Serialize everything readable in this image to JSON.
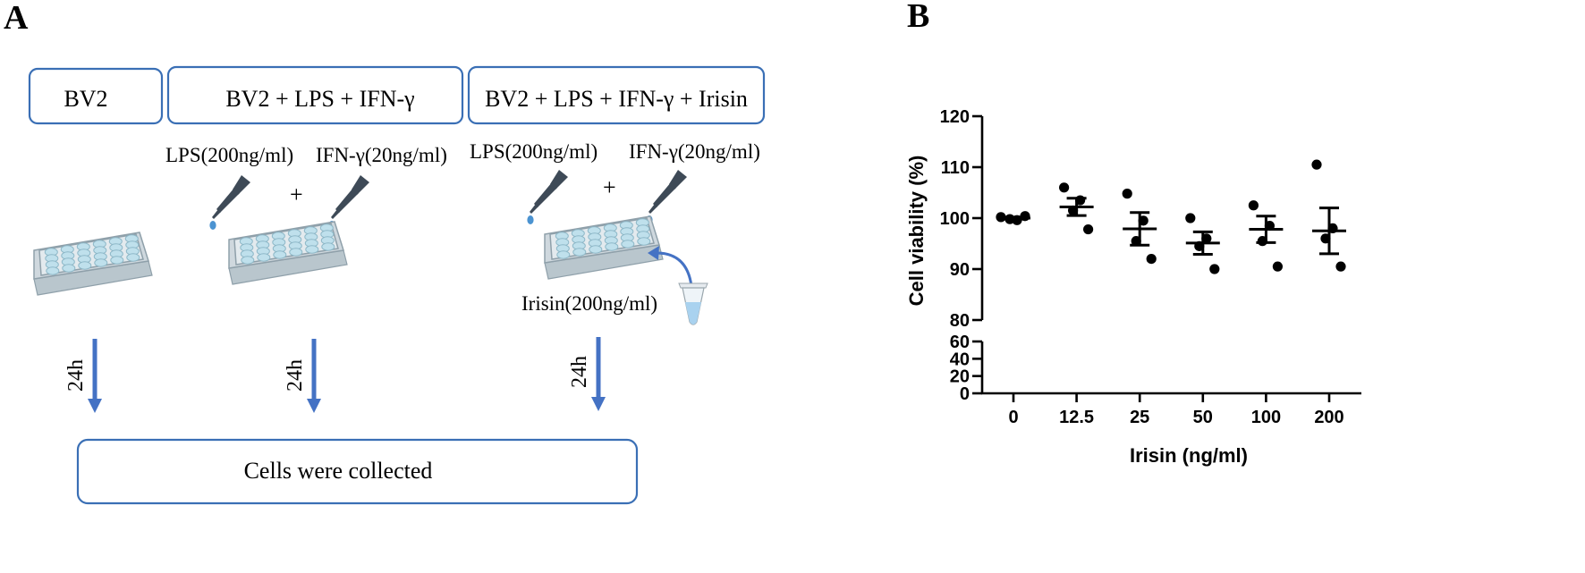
{
  "panel_a": {
    "label": "A",
    "boxes": {
      "control": "BV2",
      "lps_ifn": "BV2 + LPS + IFN-γ",
      "lps_ifn_irisin": "BV2 + LPS + IFN-γ + Irisin",
      "collected": "Cells were collected"
    },
    "reagents": {
      "lps": "LPS(200ng/ml)",
      "ifn": "IFN-γ(20ng/ml)",
      "plus": "+",
      "irisin": "Irisin(200ng/ml)"
    },
    "time_label": "24h",
    "colors": {
      "box_border": "#3a6fb5",
      "arrow": "#4472c4"
    },
    "icons": [
      "well-plate-icon",
      "dropper-icon",
      "tube-icon",
      "curved-arrow-icon"
    ]
  },
  "panel_b": {
    "label": "B",
    "chart_data": {
      "type": "scatter",
      "xlabel": "Irisin (ng/ml)",
      "ylabel": "Cell viability (%)",
      "categories": [
        "0",
        "12.5",
        "25",
        "50",
        "100",
        "200"
      ],
      "y_ticks_upper": [
        80,
        90,
        100,
        110,
        120
      ],
      "y_ticks_lower": [
        0,
        20,
        40,
        60
      ],
      "y_axis_break": [
        60,
        80
      ],
      "ylim": [
        0,
        120
      ],
      "grid": false,
      "points": [
        [
          100.2,
          99.6,
          99.8,
          100.4
        ],
        [
          106.0,
          103.5,
          101.5,
          97.8
        ],
        [
          104.8,
          99.5,
          95.5,
          92.0
        ],
        [
          100.0,
          96.0,
          94.5,
          90.0
        ],
        [
          102.5,
          98.5,
          95.5,
          90.5
        ],
        [
          110.5,
          98.0,
          96.0,
          90.5
        ]
      ],
      "mean": [
        100.0,
        102.2,
        97.9,
        95.1,
        97.8,
        97.5
      ],
      "sem": [
        0.2,
        1.7,
        3.2,
        2.2,
        2.6,
        4.5
      ]
    }
  }
}
